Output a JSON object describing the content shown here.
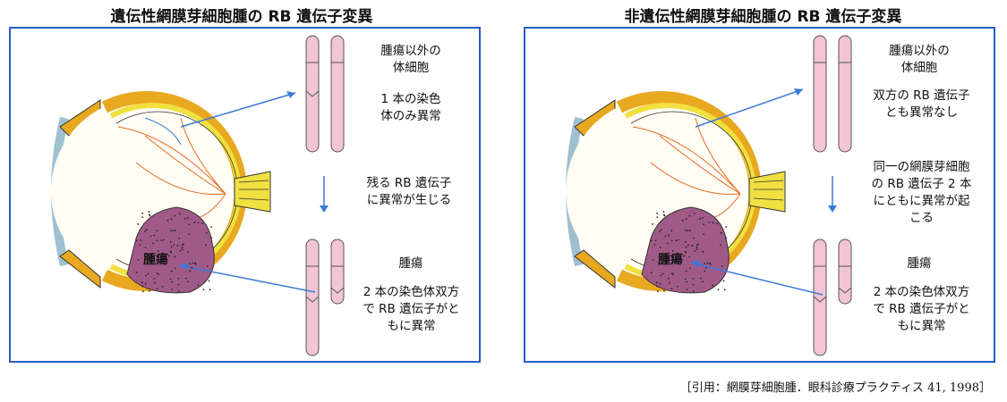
{
  "panels": [
    {
      "title": "遺伝性網膜芽細胞腫の RB 遺伝子変異",
      "tumor_label": "腫瘍",
      "top_heading": "腫瘍以外の\n体細胞",
      "top_status": "1 本の染色\n体のみ異常",
      "middle_text": "残る RB 遺伝子\nに異常が生じる",
      "bottom_heading": "腫瘍",
      "bottom_status": "2 本の染色体双方\nで RB 遺伝子がと\nもに異常"
    },
    {
      "title": "非遺伝性網膜芽細胞腫の RB 遺伝子変異",
      "tumor_label": "腫瘍",
      "top_heading": "腫瘍以外の\n体細胞",
      "top_status": "双方の RB 遺伝子\nとも異常なし",
      "middle_text": "同一の網膜芽細胞\nの RB 遺伝子 2 本\nにともに異常が起\nこる",
      "bottom_heading": "腫瘍",
      "bottom_status": "2 本の染色体双方\nで RB 遺伝子がと\nもに異常"
    }
  ],
  "citation": "［引用：網膜芽細胞腫．眼科診療プラクティス 41, 1998］",
  "colors": {
    "frame": "#2a5cc8",
    "arrow": "#3a7ad8",
    "chromosome_fill": "#f2c4d6",
    "chromosome_stroke": "#555555",
    "tumor_fill": "#a05a88",
    "sclera": "#e8a820",
    "retina": "#f0e040",
    "lens": "#3a8ee0",
    "vessel": "#e86a20"
  }
}
